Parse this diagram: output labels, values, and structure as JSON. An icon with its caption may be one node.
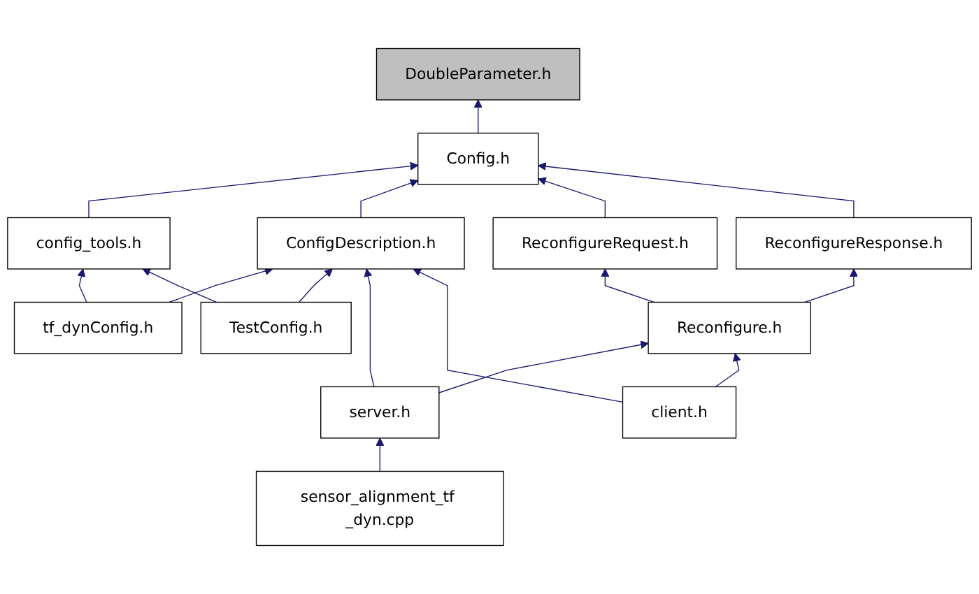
{
  "diagram": {
    "nodes": [
      {
        "text": [
          "DoubleParameter.h"
        ]
      },
      {
        "text": [
          "Config.h"
        ]
      },
      {
        "text": [
          "config_tools.h"
        ]
      },
      {
        "text": [
          "ConfigDescription.h"
        ]
      },
      {
        "text": [
          "ReconfigureRequest.h"
        ]
      },
      {
        "text": [
          "ReconfigureResponse.h"
        ]
      },
      {
        "text": [
          "tf_dynConfig.h"
        ]
      },
      {
        "text": [
          "TestConfig.h"
        ]
      },
      {
        "text": [
          "Reconfigure.h"
        ]
      },
      {
        "text": [
          "server.h"
        ]
      },
      {
        "text": [
          "client.h"
        ]
      },
      {
        "text": [
          "sensor_alignment_tf _dyn.cpp"
        ]
      }
    ],
    "edges": [
      {
        "from": 1,
        "to": 0,
        "arrow": "to"
      },
      {
        "from": 2,
        "to": 1,
        "arrow": "to"
      },
      {
        "from": 3,
        "to": 1,
        "arrow": "to"
      },
      {
        "from": 4,
        "to": 1,
        "arrow": "to"
      },
      {
        "from": 5,
        "to": 1,
        "arrow": "to"
      },
      {
        "from": 6,
        "to": 2,
        "arrow": "to"
      },
      {
        "from": 7,
        "to": 2,
        "arrow": "to"
      },
      {
        "from": 6,
        "to": 3,
        "arrow": "to"
      },
      {
        "from": 7,
        "to": 3,
        "arrow": "to"
      },
      {
        "from": 9,
        "to": 3,
        "arrow": "to"
      },
      {
        "from": 10,
        "to": 3,
        "arrow": "to"
      },
      {
        "from": 8,
        "to": 4,
        "arrow": "to"
      },
      {
        "from": 8,
        "to": 5,
        "arrow": "to"
      },
      {
        "from": 9,
        "to": 8,
        "arrow": "to"
      },
      {
        "from": 10,
        "to": 8,
        "arrow": "to"
      },
      {
        "from": 11,
        "to": 9,
        "arrow": "to"
      }
    ]
  }
}
